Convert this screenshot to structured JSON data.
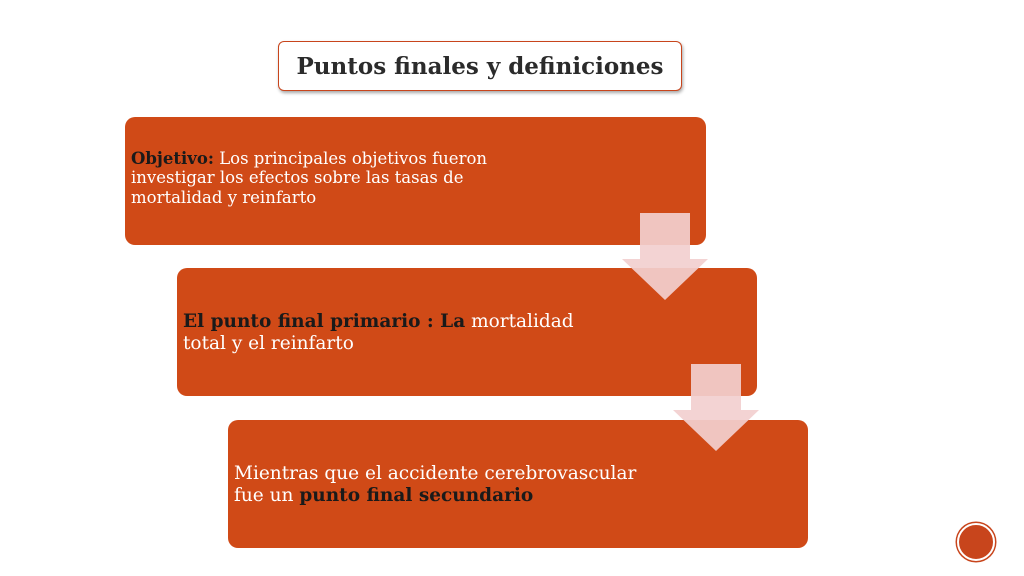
{
  "title": "Puntos finales y definiciones",
  "steps": [
    {
      "bold": "Objetivo:",
      "rest": " Los principales objetivos fueron investigar los efectos sobre las tasas de mortalidad y reinfarto"
    },
    {
      "bold": "El punto final primario : La",
      "rest": " mortalidad total y el reinfarto"
    },
    {
      "lead": "Mientras que el accidente cerebrovascular fue un ",
      "bold": "punto final secundario"
    }
  ],
  "colors": {
    "box": "#d04a17",
    "arrow": "#f2cfcf",
    "title_border": "#c8451c"
  }
}
